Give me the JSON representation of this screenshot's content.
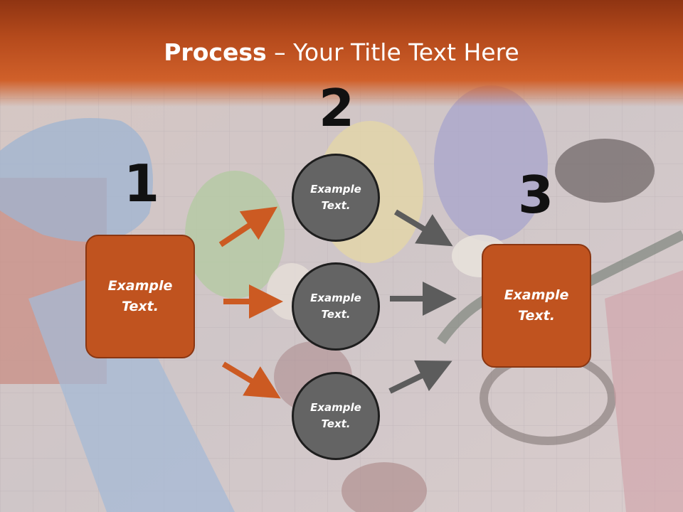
{
  "slide": {
    "title_bold": "Process",
    "title_rest": " – Your Title Text Here"
  },
  "steps": {
    "left": {
      "number": "1",
      "text": "Example Text."
    },
    "middle": {
      "number": "2",
      "items": [
        "Example Text.",
        "Example Text.",
        "Example Text."
      ]
    },
    "right": {
      "number": "3",
      "text": "Example Text."
    }
  },
  "colors": {
    "accent_orange": "#c0531f",
    "circle_gray": "#646464",
    "arrow_orange": "#cc5a22",
    "arrow_gray": "#5c5c5c",
    "header_orange": "#b54a1c"
  }
}
